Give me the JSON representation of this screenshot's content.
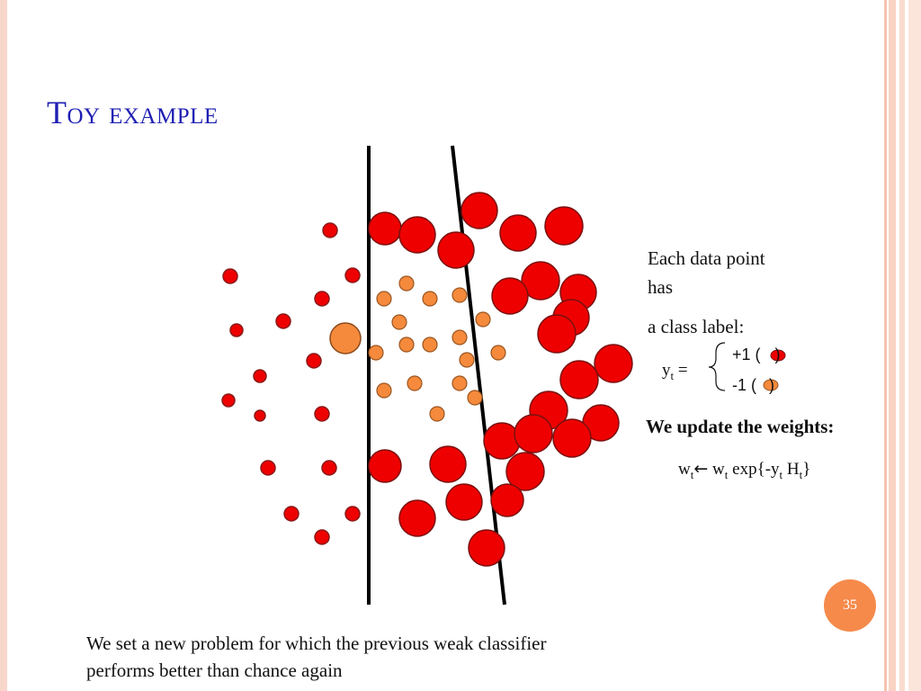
{
  "slide": {
    "title": "Toy example",
    "slide_number": "35"
  },
  "legend": {
    "line1": "Each data point",
    "line2": "has",
    "line3": "a class label:",
    "yt_lhs": "y",
    "yt_sub": "t",
    "equals": " =",
    "plus_label": "+1 (",
    "minus_label": "-1 (",
    "paren_close": ")"
  },
  "update": {
    "heading": "We update the weights:",
    "w": "w",
    "sub_t": "t",
    "arrow": "←",
    "rhs_start": " w",
    "rhs_mid": " exp{-y",
    "rhs_mid2": " H",
    "rhs_end": "}"
  },
  "caption": {
    "line1": "We set a new problem for which the previous weak classifier",
    "line2": "performs better than chance again"
  },
  "colors": {
    "title": "#1f1fb3",
    "positive": "#ee0000",
    "negative": "#f58a3c",
    "accent": "#f58a4b"
  }
}
